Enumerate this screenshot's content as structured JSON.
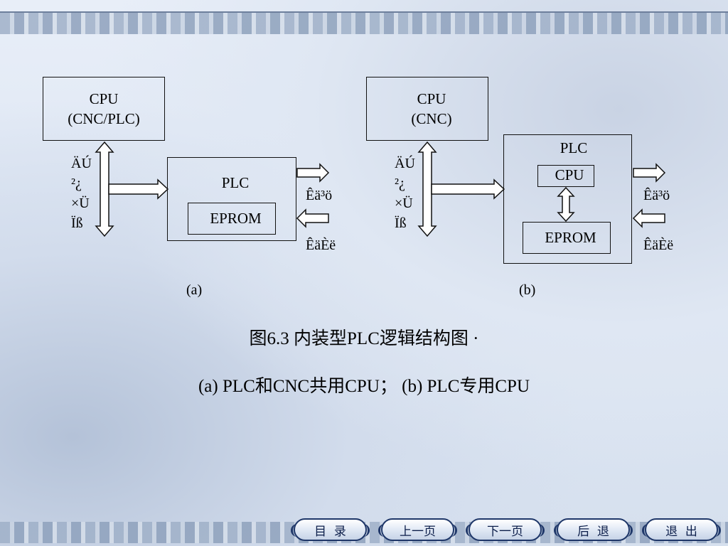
{
  "diagram_a": {
    "cpu_line1": "CPU",
    "cpu_line2": "(CNC/PLC)",
    "bus_label": [
      "ÄÚ",
      "²¿",
      "×Ü",
      "Ïß"
    ],
    "plc": "PLC",
    "eprom": "EPROM",
    "out_label": "Êä³ö",
    "in_label": "ÊäÈë",
    "caption": "(a)"
  },
  "diagram_b": {
    "cpu_line1": "CPU",
    "cpu_line2": "(CNC)",
    "bus_label": [
      "ÄÚ",
      "²¿",
      "×Ü",
      "Ïß"
    ],
    "plc": "PLC",
    "cpu_inner": "CPU",
    "eprom": "EPROM",
    "out_label": "Êä³ö",
    "in_label": "ÊäÈë",
    "caption": "(b)"
  },
  "figure_title": "图6.3 内装型PLC逻辑结构图 ·",
  "figure_subtitle": "(a) PLC和CNC共用CPU；  (b) PLC专用CPU",
  "nav": {
    "contents": "目  录",
    "prev": "上一页",
    "next": "下一页",
    "back": "后  退",
    "exit": "退  出"
  }
}
